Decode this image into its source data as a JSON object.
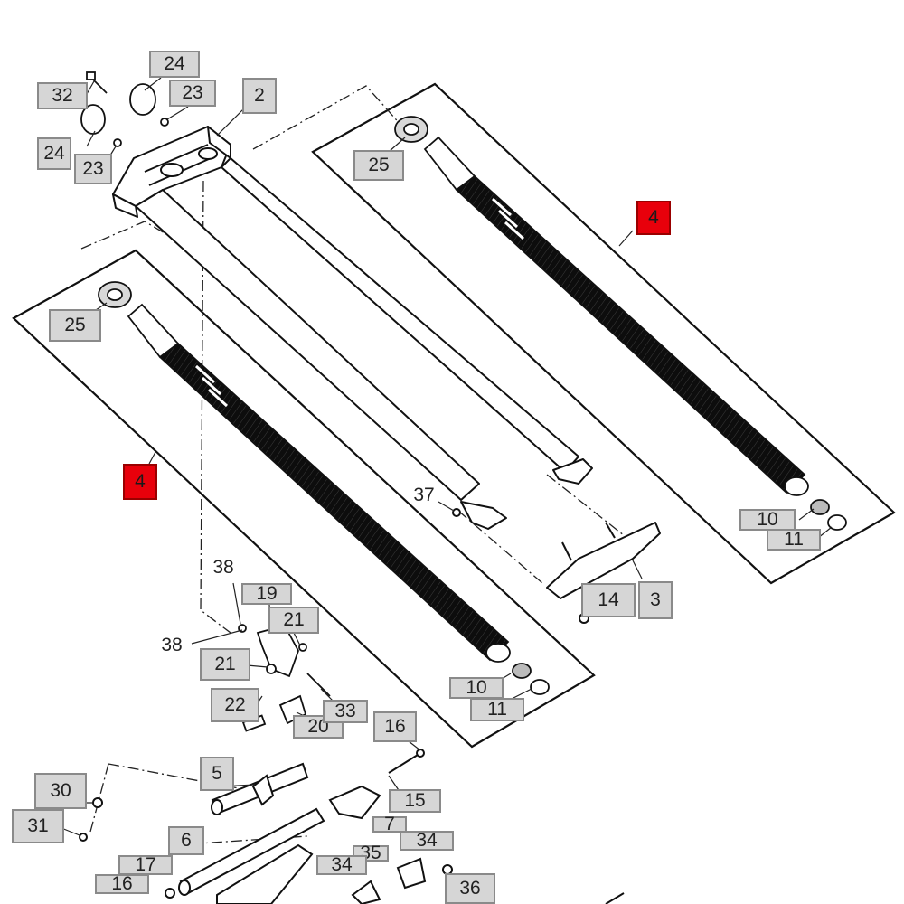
{
  "diagram": {
    "colors": {
      "line": "#111111",
      "callout_fill": "#d6d6d6",
      "callout_border": "#8a8a8a",
      "highlight_fill": "#e8000b"
    },
    "callouts": {
      "c24a": "24",
      "c32": "32",
      "c23a": "23",
      "c2": "2",
      "c24b": "24",
      "c23b": "23",
      "c25a": "25",
      "c4a": "4",
      "c25b": "25",
      "c4b": "4",
      "c37": "37",
      "c10a": "10",
      "c11a": "11",
      "c14": "14",
      "c3": "3",
      "c38a": "38",
      "c19": "19",
      "c21a": "21",
      "c38b": "38",
      "c21b": "21",
      "c22": "22",
      "c20": "20",
      "c33": "33",
      "c10b": "10",
      "c11b": "11",
      "c16a": "16",
      "c5": "5",
      "c15": "15",
      "c30": "30",
      "c31": "31",
      "c7": "7",
      "c34a": "34",
      "c6": "6",
      "c17": "17",
      "c35": "35",
      "c34b": "34",
      "c16b": "16",
      "c36": "36"
    },
    "highlighted_parts": [
      "4"
    ]
  }
}
